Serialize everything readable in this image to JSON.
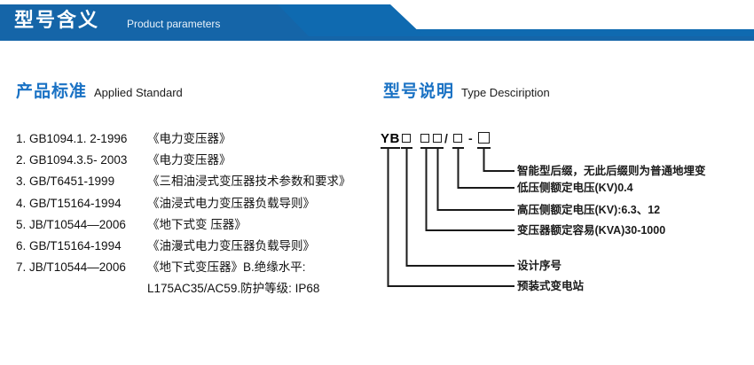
{
  "banner": {
    "title_zh": "型号含义",
    "title_en": "Product parameters",
    "color_dark": "#1565a8",
    "color_mid": "#0f6ab0"
  },
  "standards_section": {
    "heading_zh": "产品标准",
    "heading_en": "Applied Standard",
    "items": [
      {
        "code": "1. GB1094.1. 2-1996",
        "name": "《电力变压器》"
      },
      {
        "code": "2. GB1094.3.5- 2003",
        "name": "《电力变压器》"
      },
      {
        "code": "3. GB/T6451-1999",
        "name": "《三相油浸式变压器技术参数和要求》"
      },
      {
        "code": "4. GB/T15164-1994",
        "name": "《油浸式电力变压器负载导则》"
      },
      {
        "code": "5. JB/T10544—2006",
        "name": "《地下式变 压器》"
      },
      {
        "code": "6. GB/T15164-1994",
        "name": "《油漫式电力变压器负载导则》"
      },
      {
        "code": "7. JB/T10544—2006",
        "name": "《地下式变压器》B.绝缘水平:"
      }
    ],
    "continuation": "L175AC35/AC59.防护等级: IP68"
  },
  "type_section": {
    "heading_zh": "型号说明",
    "heading_en": "Type Desciription",
    "code": {
      "prefix": "YB",
      "slash": "/",
      "dash": "-",
      "box_count": 5
    },
    "leaders": [
      {
        "label": "智能型后缀，无此后缀则为普通地埋变"
      },
      {
        "label": "低压侧额定电压(KV)0.4"
      },
      {
        "label": "高压侧额定电压(KV):6.3、12"
      },
      {
        "label": "变压器额定容易(KVA)30-1000"
      },
      {
        "label": "设计序号"
      },
      {
        "label": "预装式变电站"
      }
    ]
  }
}
